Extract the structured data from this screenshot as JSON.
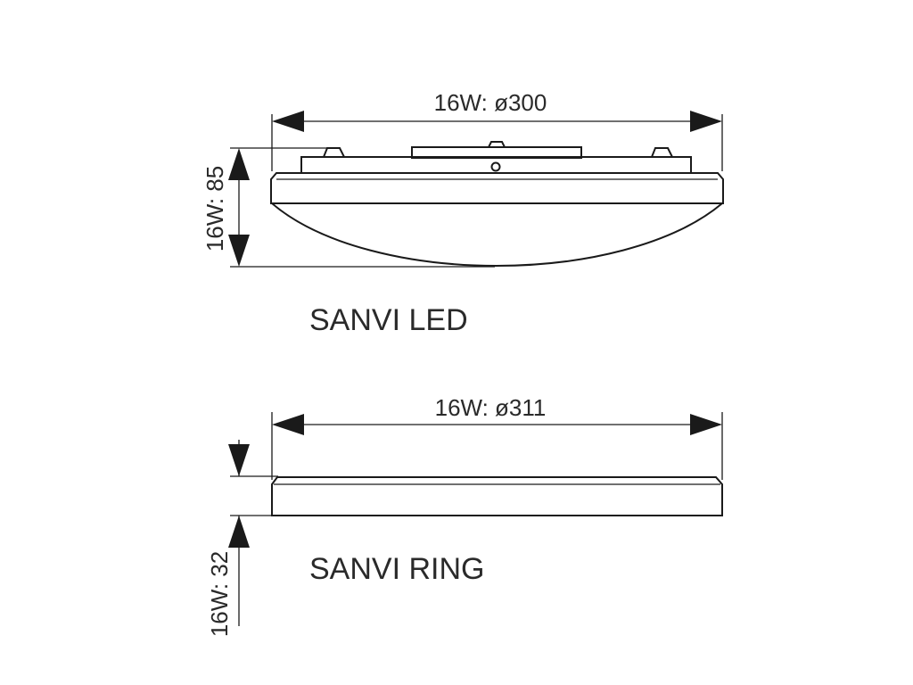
{
  "sanvi_led": {
    "title": "SANVI LED",
    "width_label": "16W: ø300",
    "height_label": "16W: 85"
  },
  "sanvi_ring": {
    "title": "SANVI RING",
    "width_label": "16W: ø311",
    "height_label": "16W: 32"
  }
}
